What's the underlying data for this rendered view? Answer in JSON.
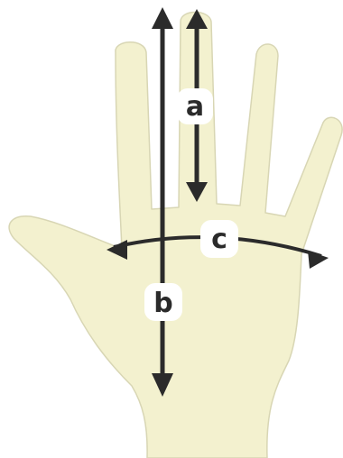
{
  "labels": {
    "a": "a",
    "b": "b",
    "c": "c"
  },
  "colors": {
    "hand_fill": "#f3f1cf",
    "hand_stroke": "#d8d6b4",
    "arrow": "#2b2b2b",
    "label_bg": "#ffffff",
    "background": "#ffffff"
  }
}
